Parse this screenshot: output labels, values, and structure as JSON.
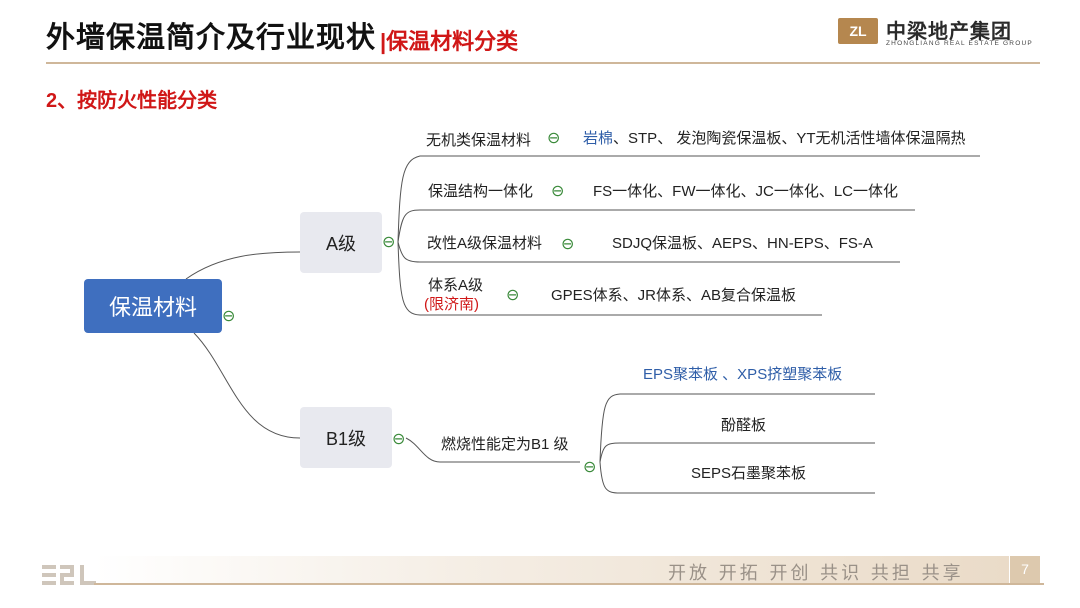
{
  "header": {
    "title": "外墙保温简介及行业现状",
    "subtitle": "|保温材料分类",
    "logo_mark": "ZL",
    "logo_name": "中梁地产集团",
    "logo_en": "ZHONGLIANG REAL ESTATE GROUP"
  },
  "section_heading": "2、按防火性能分类",
  "mindmap": {
    "root": "保温材料",
    "a_grade": {
      "label": "A级",
      "branches": [
        {
          "category": "无机类保温材料",
          "items_highlight": "岩棉",
          "items": "、STP、 发泡陶瓷保温板、YT无机活性墙体保温隔热"
        },
        {
          "category": "保温结构一体化",
          "items": "FS一体化、FW一体化、JC一体化、LC一体化"
        },
        {
          "category": "改性A级保温材料",
          "items": "SDJQ保温板、AEPS、HN-EPS、FS-A"
        },
        {
          "category": "体系A级",
          "note": "(限济南)",
          "items": "GPES体系、JR体系、AB复合保温板"
        }
      ]
    },
    "b1_grade": {
      "label": "B1级",
      "category": "燃烧性能定为B1 级",
      "items": [
        "EPS聚苯板 、XPS挤塑聚苯板",
        "酚醛板",
        "SEPS石墨聚苯板"
      ]
    },
    "collapse_symbol": "⊖"
  },
  "footer": {
    "slogan": "开放 开拓 开创 共识 共担 共享",
    "page_number": "7"
  }
}
